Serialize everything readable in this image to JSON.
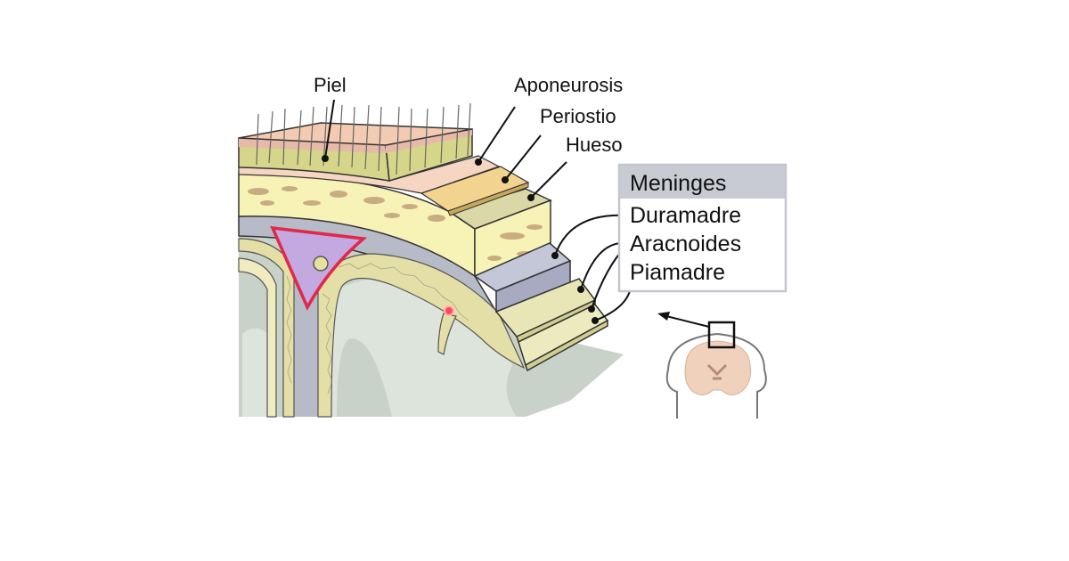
{
  "labels": {
    "skin": "Piel",
    "aponeurosis": "Aponeurosis",
    "periosteum": "Periostio",
    "bone": "Hueso"
  },
  "meninges_box": {
    "title": "Meninges",
    "items": [
      "Duramadre",
      "Aracnoides",
      "Piamadre"
    ]
  },
  "colors": {
    "skin": "#efc7ae",
    "bone": "#f7f2b6",
    "dura": "#b7bac7",
    "arachnoid": "#e4dfa6",
    "brain": "#c9d2c8",
    "sinus": "#c4a8e0",
    "box_header": "#c9cbd3"
  }
}
